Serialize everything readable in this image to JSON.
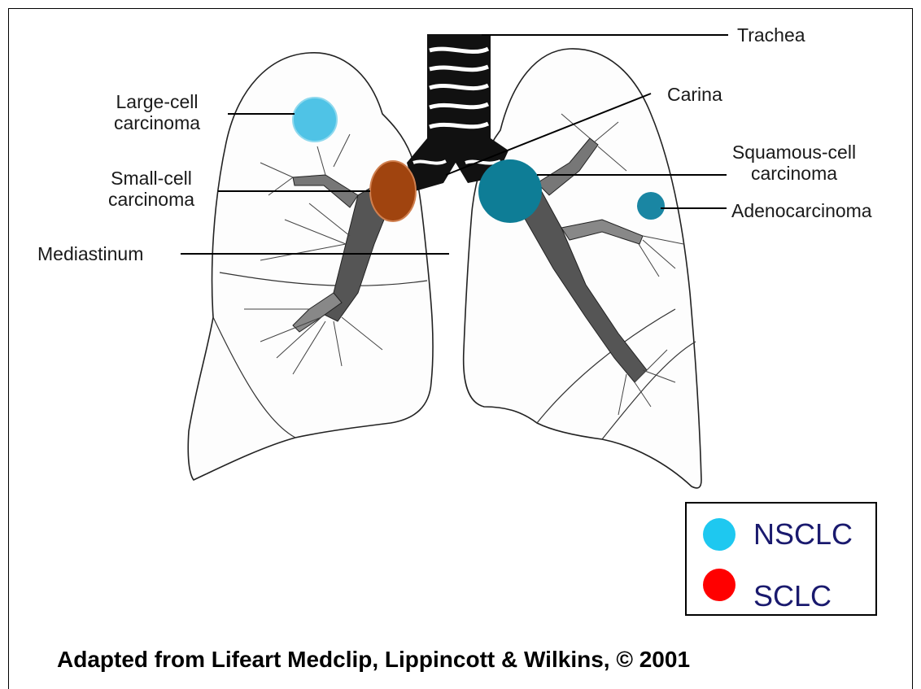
{
  "labels": {
    "trachea": "Trachea",
    "carina": "Carina",
    "large_cell_1": "Large-cell",
    "large_cell_2": "carcinoma",
    "small_cell_1": "Small-cell",
    "small_cell_2": "carcinoma",
    "mediastinum": "Mediastinum",
    "squamous_1": "Squamous-cell",
    "squamous_2": "carcinoma",
    "adeno": "Adenocarcinoma"
  },
  "legend": {
    "items": [
      {
        "label": "NSCLC",
        "color": "#1ec8f0"
      },
      {
        "label": "SCLC",
        "color": "#ff0000"
      }
    ]
  },
  "caption": "Adapted from Lifeart Medclip, Lippincott & Wilkins, © 2001",
  "colors": {
    "large_cell_tumor": "#4fc3e6",
    "small_cell_tumor": "#a0440f",
    "squamous_tumor": "#0e7d96",
    "adeno_tumor": "#1a86a3"
  }
}
